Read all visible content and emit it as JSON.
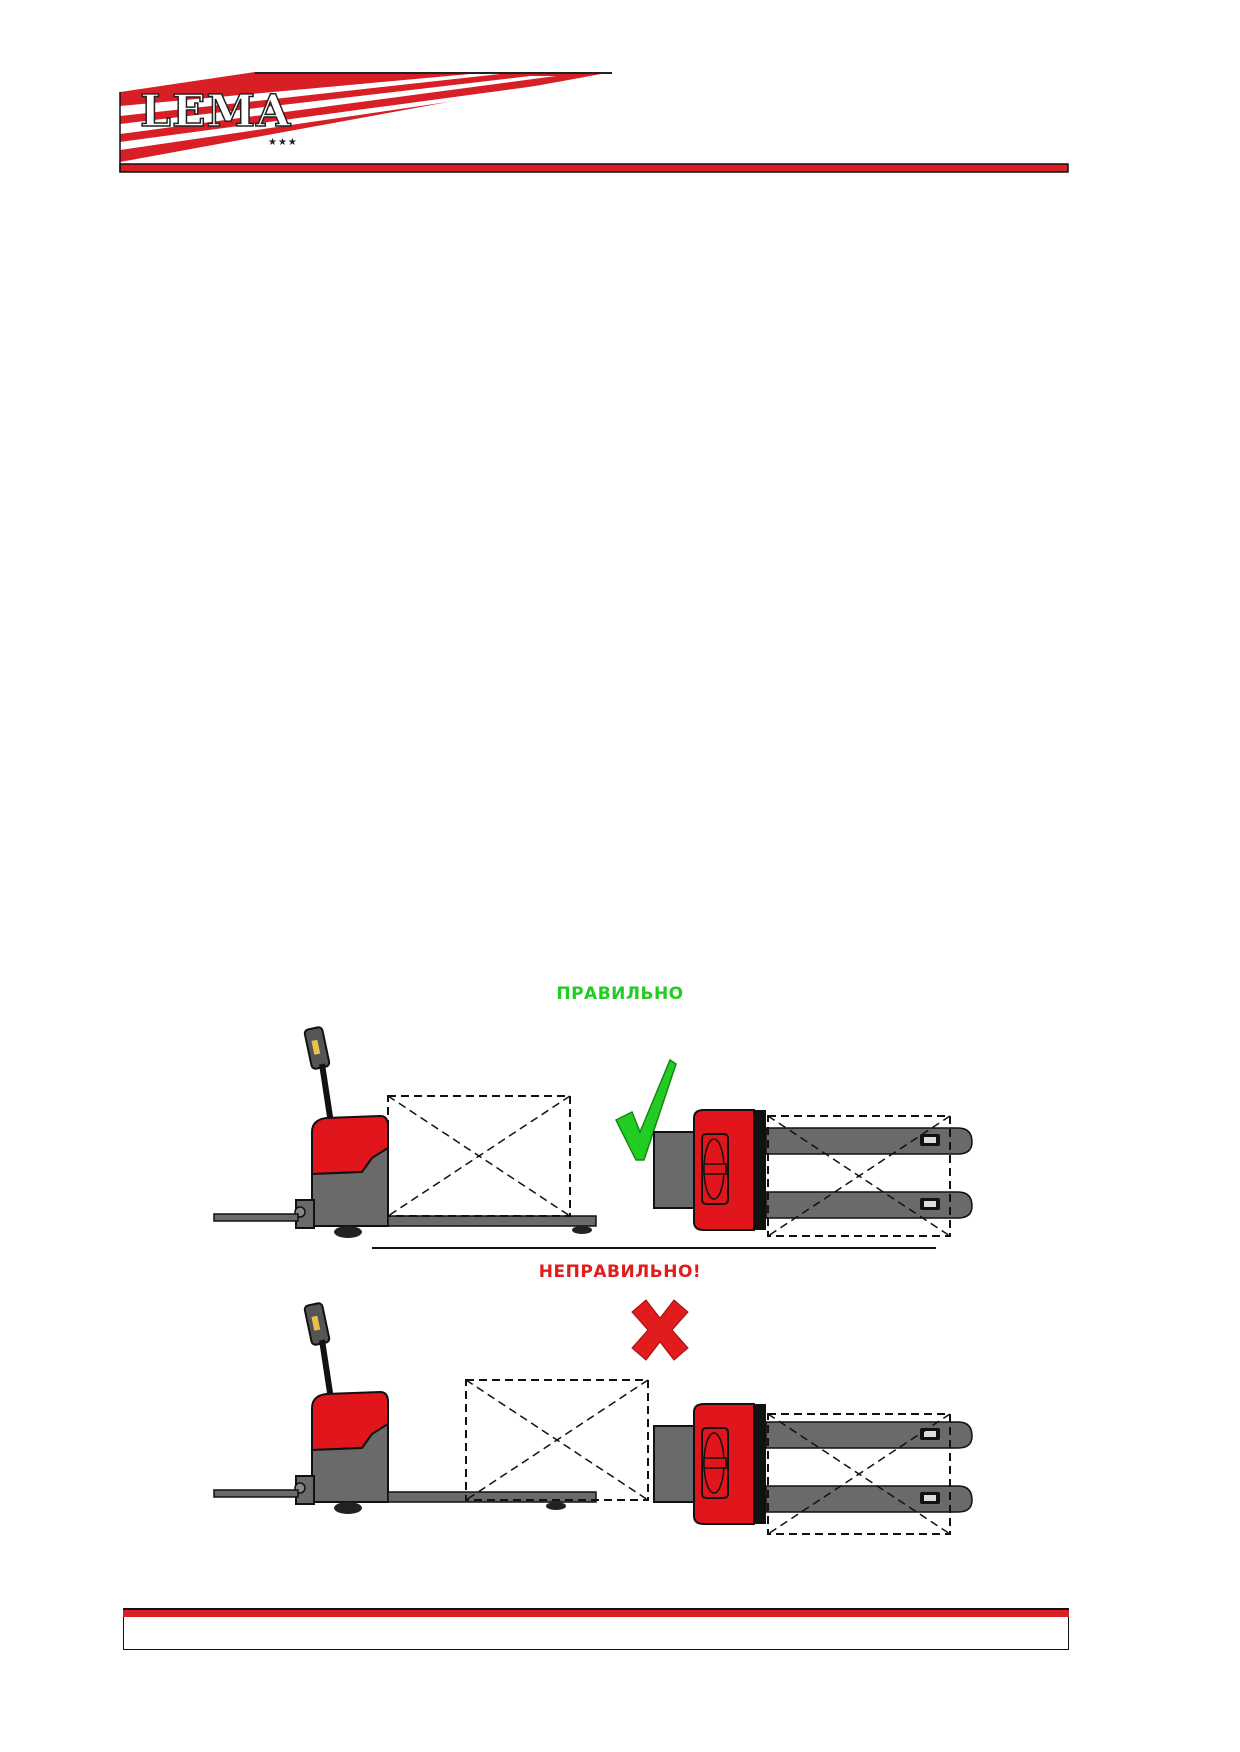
{
  "header": {
    "logo_text": "LEMA",
    "logo_stars": "★★★",
    "brand_red": "#d91f26"
  },
  "figure": {
    "correct_label": "ПРАВИЛЬНО",
    "wrong_label": "НЕПРАВИЛЬНО!",
    "correct_color": "#22cc22",
    "wrong_color": "#e01c1c",
    "truck_red": "#e0161c",
    "truck_gray": "#6a6a6a"
  },
  "icons": {
    "correct": "checkmark-icon",
    "wrong": "cross-icon"
  }
}
